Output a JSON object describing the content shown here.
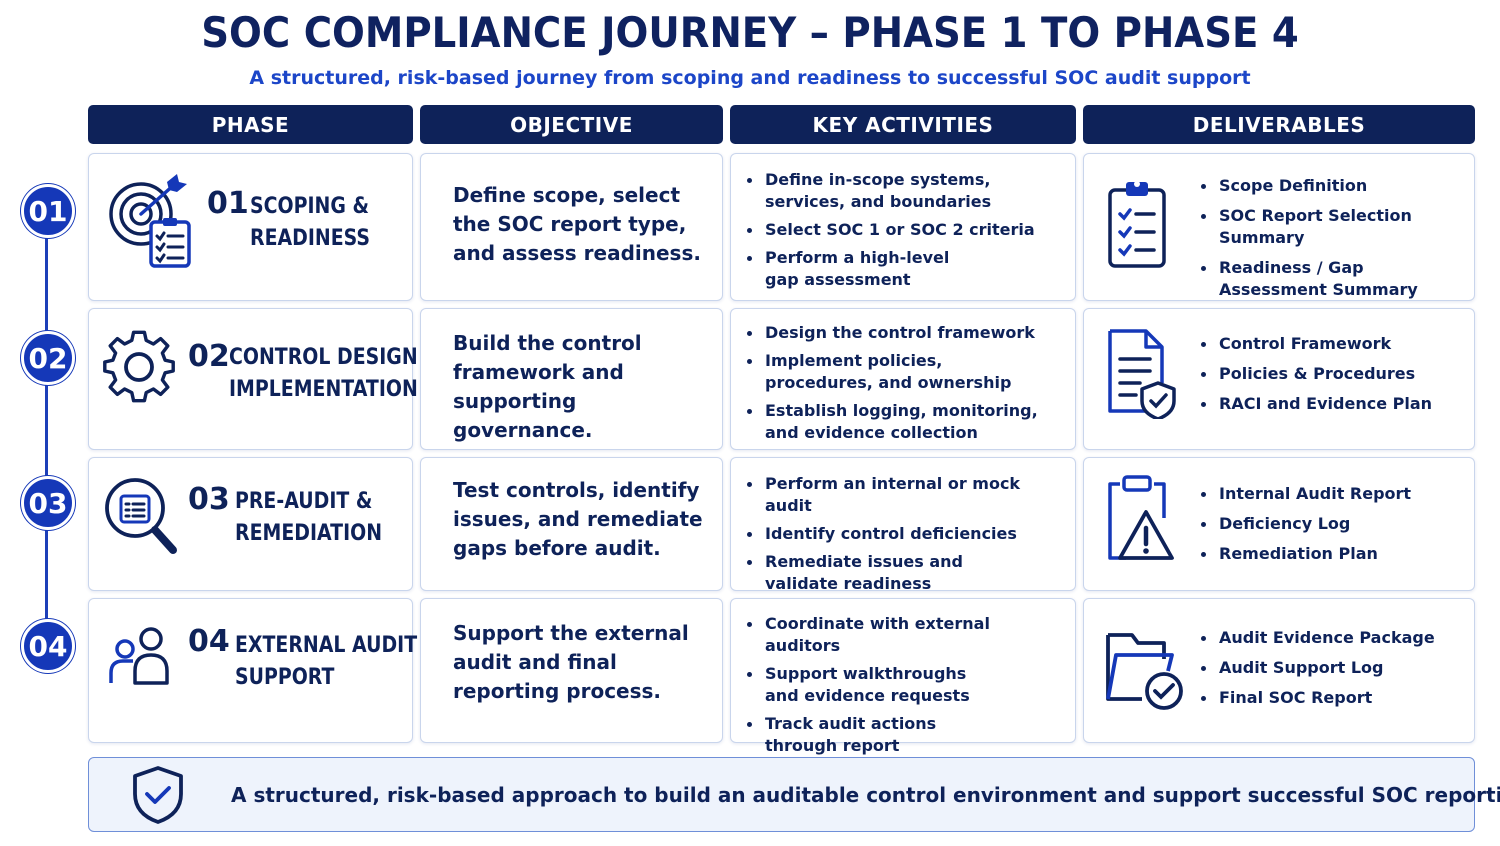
{
  "title": "SOC COMPLIANCE JOURNEY – PHASE 1 TO PHASE 4",
  "subtitle": "A structured, risk-based journey from scoping and readiness to successful SOC audit support",
  "headers": {
    "phase": "PHASE",
    "objective": "OBJECTIVE",
    "activities": "KEY ACTIVITIES",
    "deliverables": "DELIVERABLES"
  },
  "phases": [
    {
      "badge": "01",
      "number": "01",
      "name_lines": [
        "SCOPING &",
        "READINESS"
      ],
      "icon": "target-checklist-icon",
      "objective": "Define scope, select the SOC report type, and assess readiness.",
      "activities": [
        "Define in-scope systems, services, and boundaries",
        "Select SOC 1 or SOC 2 criteria",
        "Perform a high-level gap assessment"
      ],
      "deliverable_icon": "clipboard-checklist-icon",
      "deliverables": [
        "Scope Definition",
        "SOC Report Selection Summary",
        "Readiness / Gap Assessment Summary"
      ]
    },
    {
      "badge": "02",
      "number": "02",
      "name_lines": [
        "CONTROL DESIGN &",
        "IMPLEMENTATION"
      ],
      "icon": "gear-icon",
      "objective": "Build the control framework and supporting governance.",
      "activities": [
        "Design the control framework",
        "Implement policies, procedures, and ownership",
        "Establish logging, monitoring, and evidence collection"
      ],
      "deliverable_icon": "document-shield-icon",
      "deliverables": [
        "Control Framework",
        "Policies & Procedures",
        "RACI and Evidence Plan"
      ]
    },
    {
      "badge": "03",
      "number": "03",
      "name_lines": [
        "PRE-AUDIT &",
        "REMEDIATION"
      ],
      "icon": "magnifier-document-icon",
      "objective": "Test controls, identify issues, and remediate gaps before audit.",
      "activities": [
        "Perform an internal or mock audit",
        "Identify control deficiencies",
        "Remediate issues and validate readiness"
      ],
      "deliverable_icon": "clipboard-warning-icon",
      "deliverables": [
        "Internal Audit Report",
        "Deficiency Log",
        "Remediation Plan"
      ]
    },
    {
      "badge": "04",
      "number": "04",
      "name_lines": [
        "EXTERNAL AUDIT",
        "SUPPORT"
      ],
      "icon": "users-icon",
      "objective": "Support the external audit and final reporting process.",
      "activities": [
        "Coordinate with external auditors",
        "Support walkthroughs and evidence requests",
        "Track audit actions through report completion"
      ],
      "deliverable_icon": "folder-check-icon",
      "deliverables": [
        "Audit Evidence Package",
        "Audit Support Log",
        "Final SOC Report"
      ]
    }
  ],
  "footer": {
    "icon": "shield-check-icon",
    "text": "A structured, risk-based approach to build an auditable control environment and support successful SOC reporting."
  },
  "colors": {
    "navy": "#0e2259",
    "accent_blue": "#1538b8",
    "subtitle_blue": "#1c46c8",
    "card_border": "#c9d5ec",
    "footer_bg": "#eef3fc"
  }
}
